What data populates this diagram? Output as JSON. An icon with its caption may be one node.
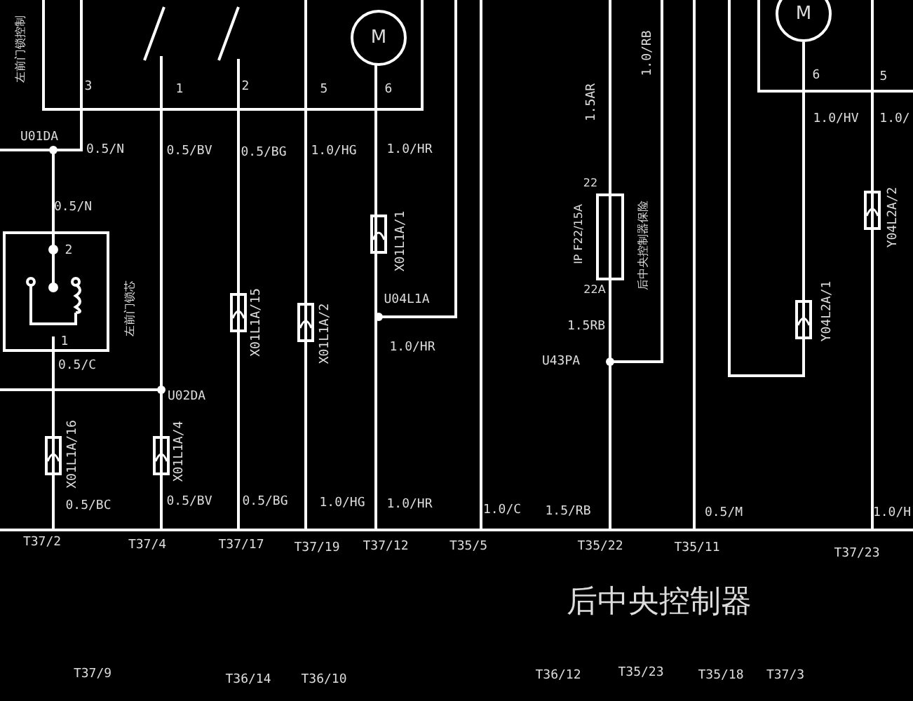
{
  "diagram": {
    "nodes": [
      {
        "text": [],
        "shape": "box",
        "beside": [
          "左前门锁控制"
        ]
      },
      {
        "text": [
          "M"
        ],
        "in": 0
      },
      {
        "text": [
          "2",
          "1"
        ],
        "beside": [
          "左前门锁芯"
        ]
      },
      {
        "text": [],
        "shape": "box",
        "beside": [
          "22",
          "22A",
          "IP F22/15A",
          "后中央控制器保险"
        ]
      },
      {
        "text": [],
        "shape": "box"
      },
      {
        "text": [
          "M"
        ],
        "in": 4
      },
      {
        "text": [
          "后中央控制器"
        ]
      }
    ],
    "edges": [
      {
        "from": 0,
        "to": 2,
        "arrow": "none"
      },
      {
        "from": 2,
        "to": 6,
        "arrow": "none"
      },
      {
        "from": 0,
        "to": 6,
        "arrow": "none"
      },
      {
        "from": 0,
        "to": 6,
        "arrow": "none"
      },
      {
        "from": 0,
        "to": 6,
        "arrow": "none"
      },
      {
        "from": 1,
        "to": 6,
        "arrow": "none"
      },
      {
        "from": null,
        "to": 6,
        "arrow": "none"
      },
      {
        "from": null,
        "to": 6,
        "arrow": "none"
      },
      {
        "from": null,
        "to": 3,
        "arrow": "none"
      },
      {
        "from": 3,
        "to": 6,
        "arrow": "none"
      },
      {
        "from": null,
        "to": 6,
        "arrow": "none"
      },
      {
        "from": null,
        "to": 6,
        "arrow": "none"
      },
      {
        "from": 5,
        "to": null,
        "arrow": "none"
      },
      {
        "from": 4,
        "to": 6,
        "arrow": "none"
      },
      {
        "from": null,
        "to": 0,
        "arrow": "none"
      },
      {
        "from": null,
        "to": 6,
        "arrow": "none"
      }
    ],
    "labels": [
      "U01DA",
      "0.5/N",
      "0.5/BV",
      "0.5/BG",
      "1.0/HG",
      "1.0/HR",
      "1.5AR",
      "1.0/RB",
      "1.0/HV",
      "1.0/",
      "3",
      "1",
      "2",
      "5",
      "6",
      "6",
      "5",
      "0.5/N",
      "X01L1A/1",
      "X01L1A/15",
      "X01L1A/2",
      "U04L1A",
      "1.0/HR",
      "U43PA",
      "1.5RB",
      "Y04L2A/2",
      "Y04L2A/1",
      "0.5/C",
      "U02DA",
      "X01L1A/16",
      "X01L1A/4",
      "0.5/BC",
      "0.5/BV",
      "0.5/BG",
      "1.0/HG",
      "1.0/HR",
      "1.0/C",
      "1.5/RB",
      "0.5/M",
      "1.0/H",
      "T37/2",
      "T37/4",
      "T37/17",
      "T37/19",
      "T37/12",
      "T35/5",
      "T35/22",
      "T35/11",
      "T37/23",
      "T37/9",
      "T36/14",
      "T36/10",
      "T36/12",
      "T35/23",
      "T35/18",
      "T37/3"
    ]
  }
}
